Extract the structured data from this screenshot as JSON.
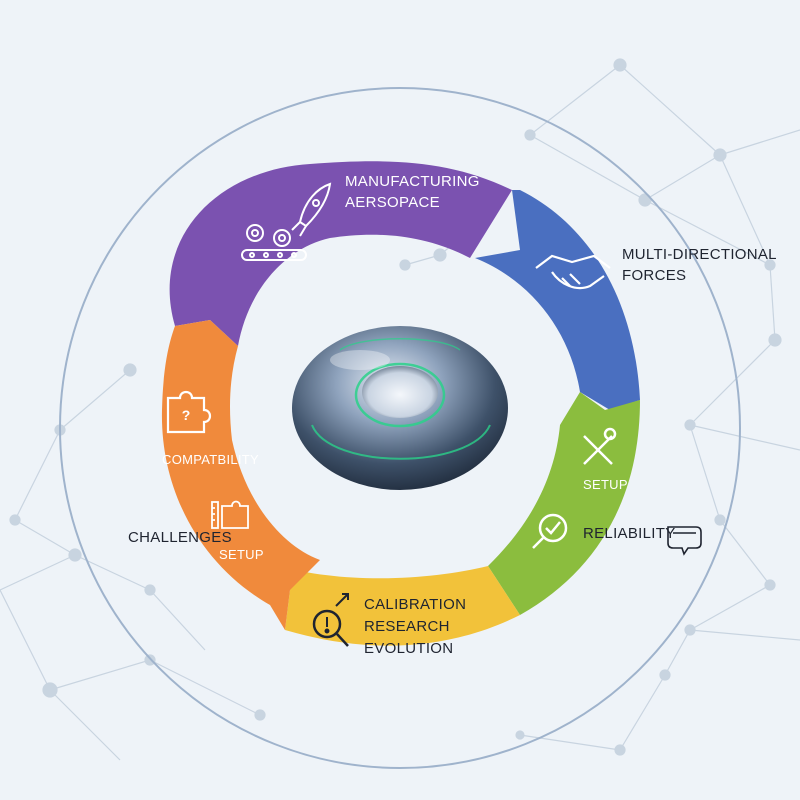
{
  "segments": [
    {
      "id": "purple",
      "color": "#7b52b0",
      "lines": [
        "MANUFACTURING",
        "AERSOPACE"
      ]
    },
    {
      "id": "blue",
      "color": "#4a6fc0",
      "lines": [
        "MULTI-DIRECTIONAL",
        "FORCES"
      ]
    },
    {
      "id": "green",
      "color": "#8bbd3e",
      "lines": [
        "SETUP"
      ]
    },
    {
      "id": "yellow",
      "color": "#f2c23a",
      "lines": [
        "CALIBRATION",
        "RESEARCH",
        "EVOLUTION"
      ]
    },
    {
      "id": "orange",
      "color": "#f08a3c",
      "lines": [
        "COMPATBILITY",
        "SETUP"
      ]
    }
  ],
  "labels": {
    "manufacturing": "MANUFACTURING",
    "aerospace": "AERSOPACE",
    "multi_directional": "MULTI-DIRECTIONAL",
    "forces": "FORCES",
    "setup_green": "SETUP",
    "reliability": "RELIABILITY",
    "calibration": "CALIBRATION",
    "research": "RESEARCH",
    "evolution": "EVOLUTION",
    "compatibility": "COMPATBILITY",
    "setup_orange": "SETUP",
    "challenges": "CHALLENGES"
  },
  "icons": [
    "rocket-icon",
    "gears-conveyor-icon",
    "handshake-icon",
    "wrench-screwdriver-icon",
    "magnifier-check-icon",
    "speech-bubble-icon",
    "magnifier-chart-icon",
    "puzzle-question-icon",
    "puzzle-ruler-icon",
    "torus-sensor-icon"
  ],
  "colors": {
    "background": "#eef3f8",
    "network": "#b9c7d6",
    "outer_ring": "#9fb3cc",
    "purple": "#7b52b0",
    "blue": "#4a6fc0",
    "green": "#8bbd3e",
    "yellow": "#f2c23a",
    "orange": "#f08a3c"
  }
}
